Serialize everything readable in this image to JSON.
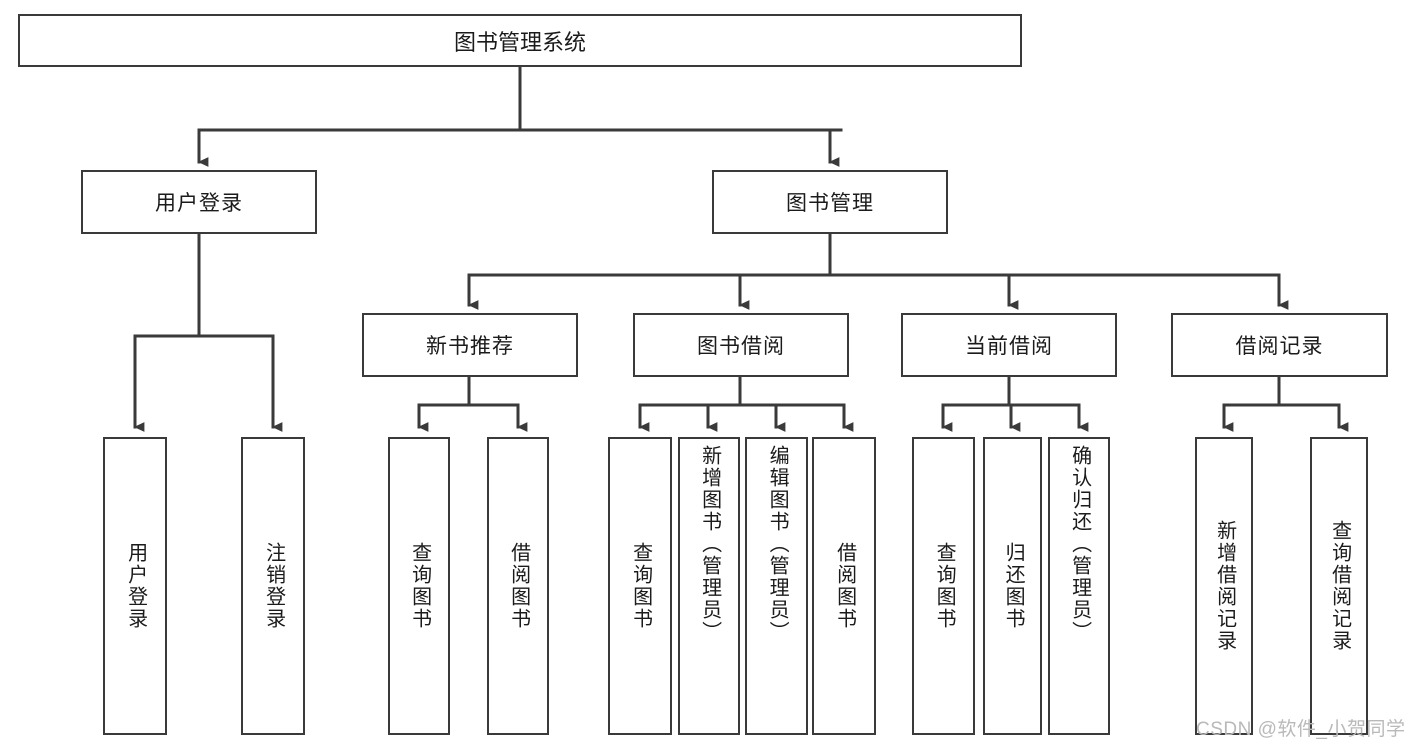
{
  "diagram": {
    "type": "hierarchy-tree",
    "title": "图书管理系统",
    "colors": {
      "box_border": "#3a3a3a",
      "box_fill": "#ffffff",
      "line": "#3a3a3a",
      "text": "#1b1b1b",
      "watermark": "#b9b9b9"
    },
    "root": {
      "label": "图书管理系统"
    },
    "level2": [
      {
        "label": "用户登录"
      },
      {
        "label": "图书管理"
      }
    ],
    "level3": [
      {
        "label": "新书推荐"
      },
      {
        "label": "图书借阅"
      },
      {
        "label": "当前借阅"
      },
      {
        "label": "借阅记录"
      }
    ],
    "leaves": {
      "user_login": [
        {
          "label": "用户登录"
        },
        {
          "label": "注销登录"
        }
      ],
      "new_book_recommend": [
        {
          "label": "查询图书"
        },
        {
          "label": "借阅图书"
        }
      ],
      "book_borrow": [
        {
          "label": "查询图书"
        },
        {
          "label": "新增图书（管理员）"
        },
        {
          "label": "编辑图书（管理员）"
        },
        {
          "label": "借阅图书"
        }
      ],
      "current_borrow": [
        {
          "label": "查询图书"
        },
        {
          "label": "归还图书"
        },
        {
          "label": "确认归还（管理员）"
        }
      ],
      "borrow_record": [
        {
          "label": "新增借阅记录"
        },
        {
          "label": "查询借阅记录"
        }
      ]
    }
  },
  "watermark": {
    "text": "CSDN @软件_小贺同学"
  }
}
